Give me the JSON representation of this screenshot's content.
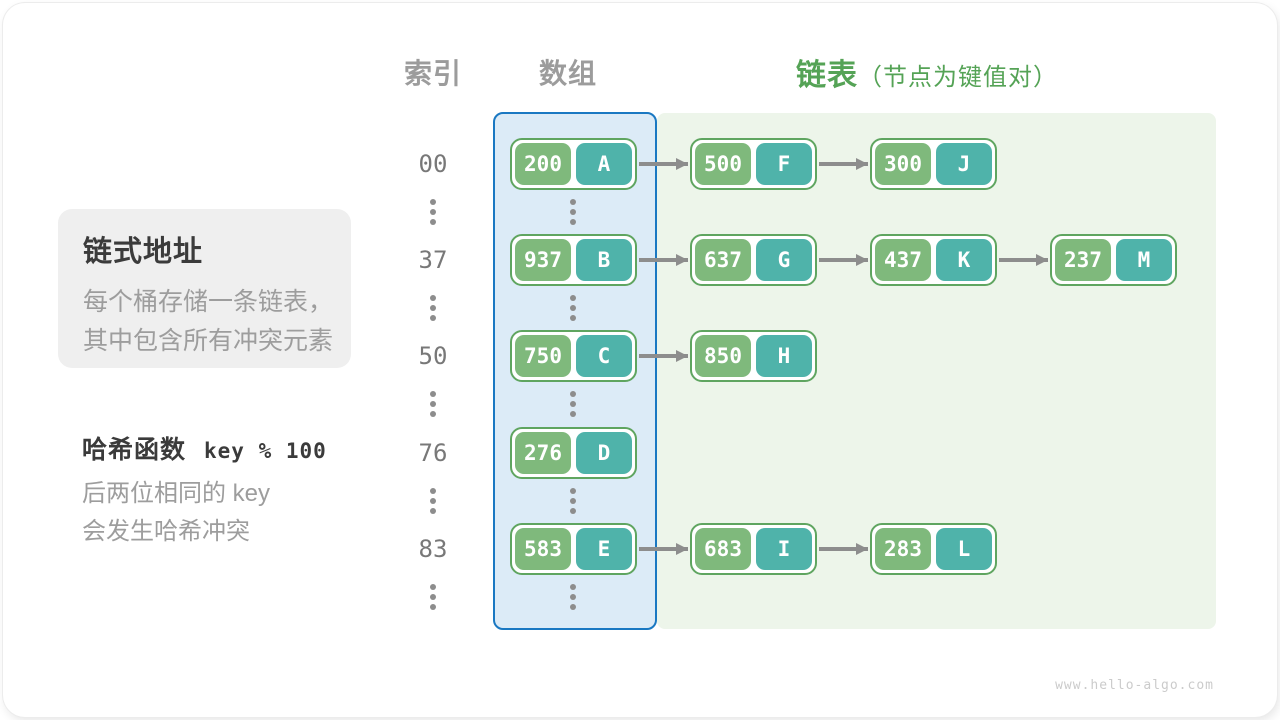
{
  "page": {
    "watermark": "www.hello-algo.com"
  },
  "colors": {
    "key_green": "#7fb97c",
    "value_teal": "#4fb3aa",
    "node_border": "#5fa560",
    "array_bg": "#dcebf7",
    "array_border": "#1a78c2",
    "list_bg": "#edf5ea",
    "arrow_gray": "#8d8d8d",
    "header_gray": "#9c9c9c",
    "header_green": "#55a356",
    "index_gray": "#787878",
    "note_bg": "#efefef",
    "text_dark": "#3b3b3b",
    "text_gray": "#9d9d9d",
    "watermark_gray": "#cbcbcb"
  },
  "headers": {
    "index": "索引",
    "array": "数组",
    "list": "链表",
    "list_note": "（节点为键值对）"
  },
  "notes": {
    "box_title": "链式地址",
    "box_lines": [
      "每个桶存储一条链表，",
      "其中包含所有冲突元素"
    ],
    "hash_title": "哈希函数",
    "hash_code": "key % 100",
    "hash_lines": [
      "后两位相同的 key",
      "会发生哈希冲突"
    ]
  },
  "table": {
    "ellipsis_symbol": "⋮",
    "rows": [
      {
        "index": "00",
        "chain": [
          {
            "key": "200",
            "value": "A"
          },
          {
            "key": "500",
            "value": "F"
          },
          {
            "key": "300",
            "value": "J"
          }
        ]
      },
      {
        "index": "37",
        "chain": [
          {
            "key": "937",
            "value": "B"
          },
          {
            "key": "637",
            "value": "G"
          },
          {
            "key": "437",
            "value": "K"
          },
          {
            "key": "237",
            "value": "M"
          }
        ]
      },
      {
        "index": "50",
        "chain": [
          {
            "key": "750",
            "value": "C"
          },
          {
            "key": "850",
            "value": "H"
          }
        ]
      },
      {
        "index": "76",
        "chain": [
          {
            "key": "276",
            "value": "D"
          }
        ]
      },
      {
        "index": "83",
        "chain": [
          {
            "key": "583",
            "value": "E"
          },
          {
            "key": "683",
            "value": "I"
          },
          {
            "key": "283",
            "value": "L"
          }
        ]
      }
    ]
  }
}
